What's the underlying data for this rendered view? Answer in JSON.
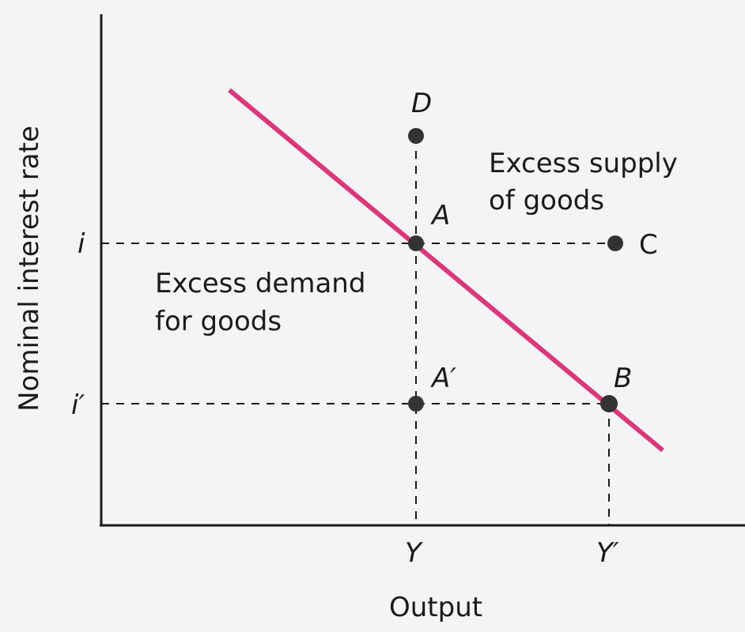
{
  "axes": {
    "y_label": "Nominal interest rate",
    "x_label": "Output",
    "y_ticks": [
      "i",
      "i′"
    ],
    "x_ticks": [
      "Y",
      "Y′"
    ]
  },
  "regions": {
    "supply": [
      "Excess supply",
      "of goods"
    ],
    "demand": [
      "Excess demand",
      "for goods"
    ]
  },
  "points": {
    "A": "A",
    "B": "B",
    "C": "C",
    "D": "D",
    "A_prime": "A′"
  },
  "colors": {
    "is_curve": "#d9387a",
    "axis": "#1a1a1a",
    "point": "#333333"
  }
}
